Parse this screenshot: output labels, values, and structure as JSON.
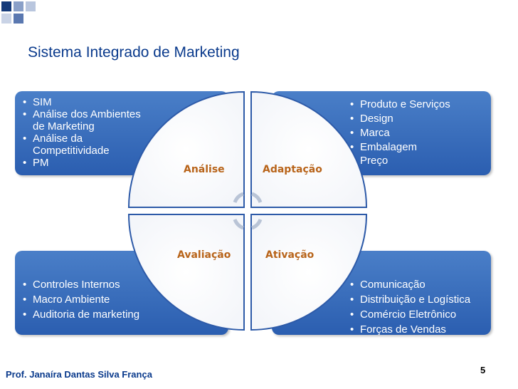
{
  "title": "Sistema Integrado de Marketing",
  "quadrants": {
    "analise": "Análise",
    "adaptacao": "Adaptação",
    "avaliacao": "Avaliação",
    "ativacao": "Ativação"
  },
  "boxes": {
    "top_left": [
      "SIM",
      "Análise dos Ambientes",
      "de Marketing",
      "Análise da",
      "Competitividade",
      "PM"
    ],
    "top_right": [
      "Produto e Serviços",
      "Design",
      "Marca",
      "Embalagem",
      "Preço"
    ],
    "bottom_left": [
      "Controles Internos",
      "Macro Ambiente",
      "Auditoria de marketing"
    ],
    "bottom_right": [
      "Comunicação",
      "Distribuição e Logística",
      "Comércio Eletrônico",
      "Forças de Vendas"
    ]
  },
  "footer": "Prof. Janaíra Dantas Silva França",
  "page_number": "5",
  "colors": {
    "title": "#0a3a8c",
    "box": "#2f62b3",
    "quadrant_label": "#b8641a"
  }
}
